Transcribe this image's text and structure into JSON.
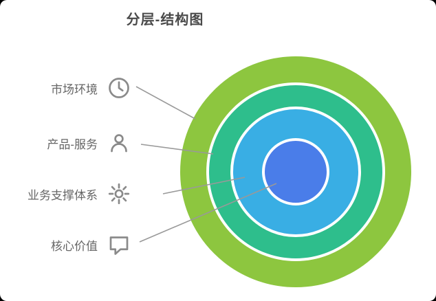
{
  "title": "分层-结构图",
  "labels": [
    {
      "text": "市场环境",
      "icon": "clock-icon"
    },
    {
      "text": "产品-服务",
      "icon": "person-icon"
    },
    {
      "text": "业务支撑体系",
      "icon": "gear-icon"
    },
    {
      "text": "核心价值",
      "icon": "chat-icon"
    }
  ],
  "rings": [
    {
      "name": "outer-ring",
      "color": "#8DC63F"
    },
    {
      "name": "second-ring",
      "color": "#2EBE8C"
    },
    {
      "name": "third-ring",
      "color": "#39AEE4"
    },
    {
      "name": "center-core",
      "color": "#4A7DE9"
    }
  ],
  "colors": {
    "connector": "#999999",
    "ring_separator": "#ffffff"
  }
}
